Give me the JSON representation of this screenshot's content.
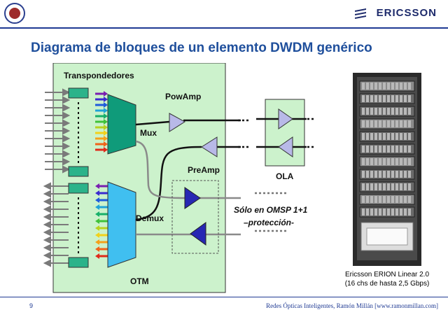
{
  "header": {
    "brand": "ERICSSON",
    "seal_icon": "university-seal-icon",
    "brand_icon": "ericsson-logo-icon"
  },
  "slide": {
    "title": "Diagrama de bloques de un elemento DWDM genérico"
  },
  "diagram": {
    "transponders_label": "Transpondedores",
    "mux_label": "Mux",
    "powamp_label": "PowAmp",
    "preamp_label": "PreAmp",
    "ola_label": "OLA",
    "demux_label": "Demux",
    "otm_label": "OTM",
    "omsp_line1": "Sólo en OMSP 1+1",
    "omsp_line2": "–protección-",
    "colors": {
      "otm_background": "#ccf2cc",
      "mux_fill": "#0f9b7a",
      "demux_fill": "#40bff0",
      "amplifier_fill": "#b8b9e8",
      "demux_amp_fill": "#2727b3"
    }
  },
  "cabinet": {
    "label_line1": "Ericsson ERION Linear 2.0",
    "label_line2": "(16 chs de hasta 2,5 Gbps)"
  },
  "footer": {
    "page_number": "9",
    "credit": "Redes Ópticas Inteligentes, Ramón Millán [www.ramonmillan.com]"
  }
}
